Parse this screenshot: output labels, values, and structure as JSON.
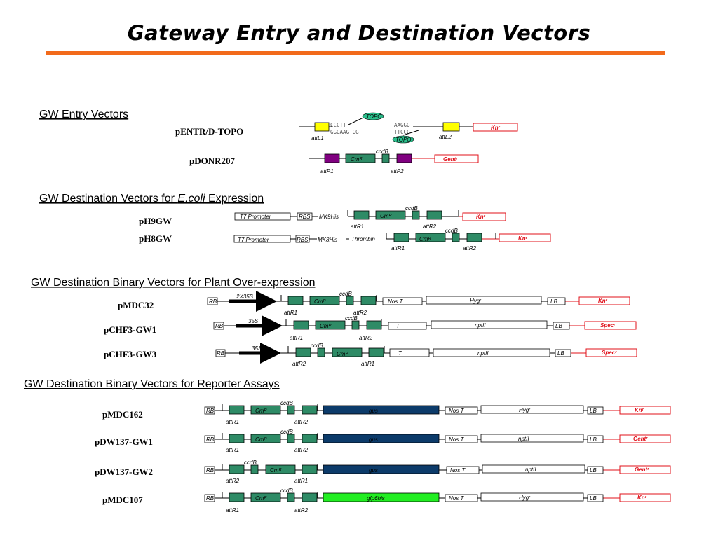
{
  "title": "Gateway Entry and Destination Vectors",
  "colors": {
    "rule": "#f26a1b",
    "green": "#2e8b66",
    "purple": "#800080",
    "yellow": "#ffff00",
    "navy": "#0c3b6a",
    "lime": "#22ee22",
    "red": "#e0101a",
    "teal": "#2bbf8c"
  },
  "sections": {
    "entry": "GW Entry Vectors",
    "ecoli_prefix": "GW Destination Vectors for ",
    "ecoli_italic": "E.coli",
    "ecoli_suffix": " Expression",
    "plant": "GW Destination Binary Vectors for Plant Over-expression",
    "reporter": "GW Destination Binary Vectors for Reporter Assays"
  },
  "vectors": {
    "pentr": {
      "name": "pENTR/D-TOPO",
      "seq_top_left": "CCCTT",
      "seq_bottom_left": "GGGAAGTGG",
      "seq_top_right": "AAGGG",
      "seq_bottom_right": "TTCCC",
      "topo_top": "TOPO",
      "topo_bottom": "TOPO",
      "attL1": "attL1",
      "attL2": "attL2",
      "marker": "Knʳ"
    },
    "pdonr207": {
      "name": "pDONR207",
      "cm": "Cmᴿ",
      "ccdb": "ccdB",
      "attP1": "attP1",
      "attP2": "attP2",
      "marker": "Gentʳ"
    },
    "ph9gw": {
      "name": "pH9GW",
      "promoter": "T7 Promoter",
      "rbs": "RBS",
      "tag": "MK9His",
      "cm": "Cmᴿ",
      "ccdb": "ccdB",
      "attR1": "attR1",
      "attR2": "attR2",
      "marker": "Knʳ"
    },
    "ph8gw": {
      "name": "pH8GW",
      "promoter": "T7 Promoter",
      "rbs": "RBS",
      "tag": "MK8His",
      "thrombin": "Thrombin",
      "cm": "Cmᴿ",
      "ccdb": "ccdB",
      "attR1": "attR1",
      "attR2": "attR2",
      "marker": "Knʳ"
    },
    "pmdc32": {
      "name": "pMDC32",
      "rb": "RB",
      "promoter": "2X35S",
      "cm": "Cmᴿ",
      "ccdb": "ccdB",
      "attR1": "attR1",
      "attR2": "attR2",
      "term": "Nos T",
      "sel": "Hygʳ",
      "lb": "LB",
      "marker": "Knʳ"
    },
    "pchf3gw1": {
      "name": "pCHF3-GW1",
      "rb": "RB",
      "promoter": "35S",
      "cm": "Cmᴿ",
      "ccdb": "ccdB",
      "attR1": "attR1",
      "attR2": "attR2",
      "term": "T",
      "sel": "nptII",
      "lb": "LB",
      "marker": "Specʳ"
    },
    "pchf3gw3": {
      "name": "pCHF3-GW3",
      "rb": "RB",
      "promoter": "35S",
      "cm": "Cmᴿ",
      "ccdb": "ccdB",
      "attR2": "attR2",
      "attR1": "attR1",
      "term": "T",
      "sel": "nptII",
      "lb": "LB",
      "marker": "Specʳ"
    },
    "pmdc162": {
      "name": "pMDC162",
      "rb": "RB",
      "cm": "Cmᴿ",
      "ccdb": "ccdB",
      "attR1": "attR1",
      "attR2": "attR2",
      "reporter": "gus",
      "term": "Nos T",
      "sel": "Hygʳ",
      "lb": "LB",
      "marker": "Knʳ"
    },
    "pdw137gw1": {
      "name": "pDW137-GW1",
      "rb": "RB",
      "cm": "Cmᴿ",
      "ccdb": "ccdB",
      "attR1": "attR1",
      "attR2": "attR2",
      "reporter": "gus",
      "term": "Nos T",
      "sel": "nptII",
      "lb": "LB",
      "marker": "Gentʳ"
    },
    "pdw137gw2": {
      "name": "pDW137-GW2",
      "rb": "RB",
      "cm": "Cmᴿ",
      "ccdb": "ccdB",
      "attR2": "attR2",
      "attR1": "attR1",
      "reporter": "gus",
      "term": "Nos T",
      "sel": "nptII",
      "lb": "LB",
      "marker": "Gentʳ"
    },
    "pmdc107": {
      "name": "pMDC107",
      "rb": "RB",
      "cm": "Cmᴿ",
      "ccdb": "ccdB",
      "attR1": "attR1",
      "attR2": "attR2",
      "reporter": "gfp6his",
      "term": "Nos T",
      "sel": "Hygʳ",
      "lb": "LB",
      "marker": "Knʳ"
    }
  }
}
